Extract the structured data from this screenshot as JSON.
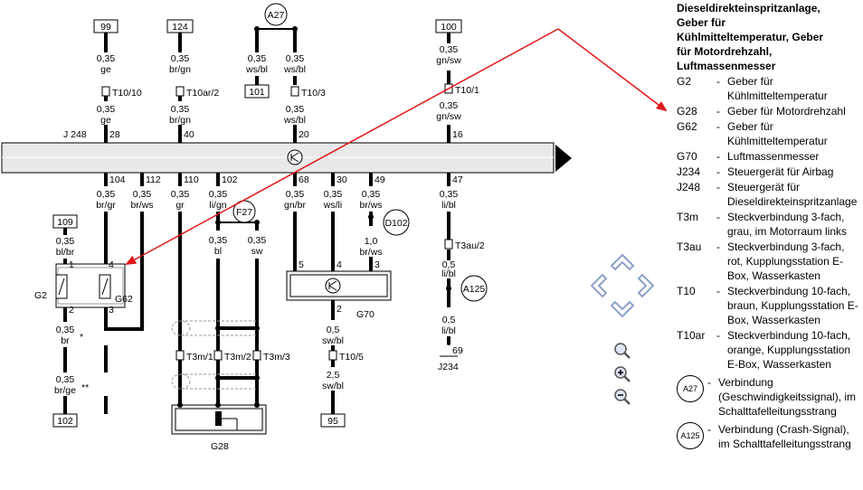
{
  "legend": {
    "title_lines": [
      "Dieseldirekteinspritzanlage,",
      "Geber für",
      "Kühlmitteltemperatur, Geber",
      "für Motordrehzahl,",
      "Luftmassenmesser"
    ],
    "entries": [
      {
        "code": "G2",
        "desc": "Geber für Kühlmitteltemperatur"
      },
      {
        "code": "G28",
        "desc": "Geber für Motordrehzahl"
      },
      {
        "code": "G62",
        "desc": "Geber für Kühlmitteltemperatur"
      },
      {
        "code": "G70",
        "desc": "Luftmassenmesser"
      },
      {
        "code": "J234",
        "desc": "Steuergerät für Airbag"
      },
      {
        "code": "J248",
        "desc": "Steuergerät für Dieseldirekteinspritzanlage"
      },
      {
        "code": "T3m",
        "desc": "Steckverbindung 3-fach, grau, im Motorraum links"
      },
      {
        "code": "T3au",
        "desc": "Steckverbindung 3-fach, rot, Kupplungsstation E-Box, Wasserkasten"
      },
      {
        "code": "T10",
        "desc": "Steckverbindung 10-fach, braun, Kupplungsstation E-Box, Wasserkasten"
      },
      {
        "code": "T10ar",
        "desc": "Steckverbindung 10-fach, orange, Kupplungsstation E-Box, Wasserkasten"
      }
    ],
    "circle_entries": [
      {
        "code": "A27",
        "desc": "Verbindung (Geschwindigkeitssignal), im Schalttafelleitungsstrang"
      },
      {
        "code": "A125",
        "desc": "Verbindung (Crash-Signal), im Schalttafelleitungsstrang"
      }
    ]
  },
  "diagram": {
    "top_terminals": [
      "99",
      "124",
      "101",
      "100"
    ],
    "bottom_terminals": [
      "109",
      "102",
      "95"
    ],
    "circle_labels": [
      "A27",
      "F27",
      "D102",
      "A125"
    ],
    "connector_labels": [
      "T10/10",
      "T10ar/2",
      "T10/3",
      "T10/1",
      "T3au/2",
      "T10/5",
      "T3m/1",
      "T3m/2",
      "T3m/3"
    ],
    "bus_label": "J 248",
    "bus_pins_top": [
      "28",
      "40",
      "20",
      "16"
    ],
    "bus_pins_bottom": [
      "104",
      "112",
      "110",
      "102",
      "68",
      "30",
      "49",
      "47"
    ],
    "components": {
      "g2": "G2",
      "g62": "G62",
      "g70": "G70",
      "g28": "G28",
      "j234": "J234"
    },
    "wires": {
      "w99a": [
        "0,35",
        "ge"
      ],
      "w99b": [
        "0,35",
        "ge"
      ],
      "w124a": [
        "0,35",
        "br/gn"
      ],
      "w124b": [
        "0,35",
        "br/gn"
      ],
      "wA27a": [
        "0,35",
        "ws/bl"
      ],
      "wA27b": [
        "0,35",
        "ws/bl"
      ],
      "w100a": [
        "0,35",
        "gn/sw"
      ],
      "w100b": [
        "0,35",
        "gn/sw"
      ],
      "w104": [
        "0,35",
        "br/gr"
      ],
      "w112": [
        "0,35",
        "br/ws"
      ],
      "w110": [
        "0,35",
        "gr"
      ],
      "w102": [
        "0,35",
        "li/gn"
      ],
      "w68": [
        "0,35",
        "gn/br"
      ],
      "w30": [
        "0,35",
        "ws/li"
      ],
      "w49": [
        "0,35",
        "br/ws"
      ],
      "w47": [
        "0,35",
        "li/bl"
      ],
      "w109": [
        "0,35",
        "bl/br"
      ],
      "wF27a": [
        "0,35",
        "bl"
      ],
      "wF27b": [
        "0,35",
        "sw"
      ],
      "wD102": [
        "1,0",
        "br/ws"
      ],
      "wA125a": [
        "0,5",
        "li/bl"
      ],
      "wA125b": [
        "0,5",
        "li/bl"
      ],
      "wG2a": [
        "0,35",
        "br"
      ],
      "wG2b": [
        "0,35",
        "br/ge"
      ],
      "wG70a": [
        "0,5",
        "sw/bl"
      ],
      "wG70b": [
        "2,5",
        "sw/bl"
      ]
    },
    "pins": {
      "g2_1": "1",
      "g2_2": "2",
      "g62_4": "4",
      "g62_3": "3",
      "g70_5": "5",
      "g70_4": "4",
      "g70_3": "3",
      "g70_2": "2",
      "j234": "69"
    },
    "marks": {
      "star": "*",
      "dstar": "**"
    }
  },
  "colors": {
    "arrow": "#e01818",
    "bus": "#e9e9e9",
    "nav": "#8fa0c8"
  }
}
